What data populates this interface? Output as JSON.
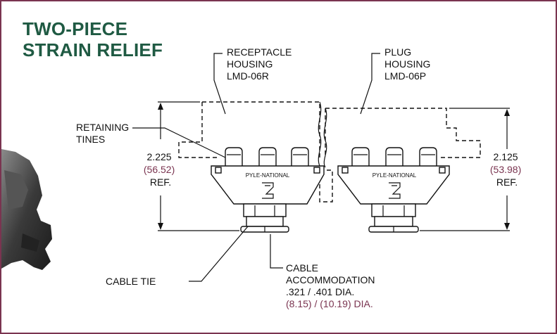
{
  "title": {
    "line1": "TWO-PIECE",
    "line2": "STRAIN RELIEF"
  },
  "labels": {
    "receptacle": [
      "RECEPTACLE",
      "HOUSING",
      "LMD-06R"
    ],
    "plug": [
      "PLUG",
      "HOUSING",
      "LMD-06P"
    ],
    "retaining": [
      "RETAINING",
      "TINES"
    ],
    "dim_left": {
      "inch": "2.225",
      "mm": "(56.52)",
      "ref": "REF."
    },
    "dim_right": {
      "inch": "2.125",
      "mm": "(53.98)",
      "ref": "REF."
    },
    "brand": "PYLE-NATIONAL",
    "cable_tie": "CABLE TIE",
    "cable_accommodation": [
      "CABLE",
      "ACCOMMODATION",
      ".321 / .401 DIA."
    ],
    "cable_accommodation_metric": "(8.15) / (10.19) DIA."
  },
  "colors": {
    "border": "#7a3450",
    "title": "#1f5a43",
    "metric": "#7a3450"
  }
}
